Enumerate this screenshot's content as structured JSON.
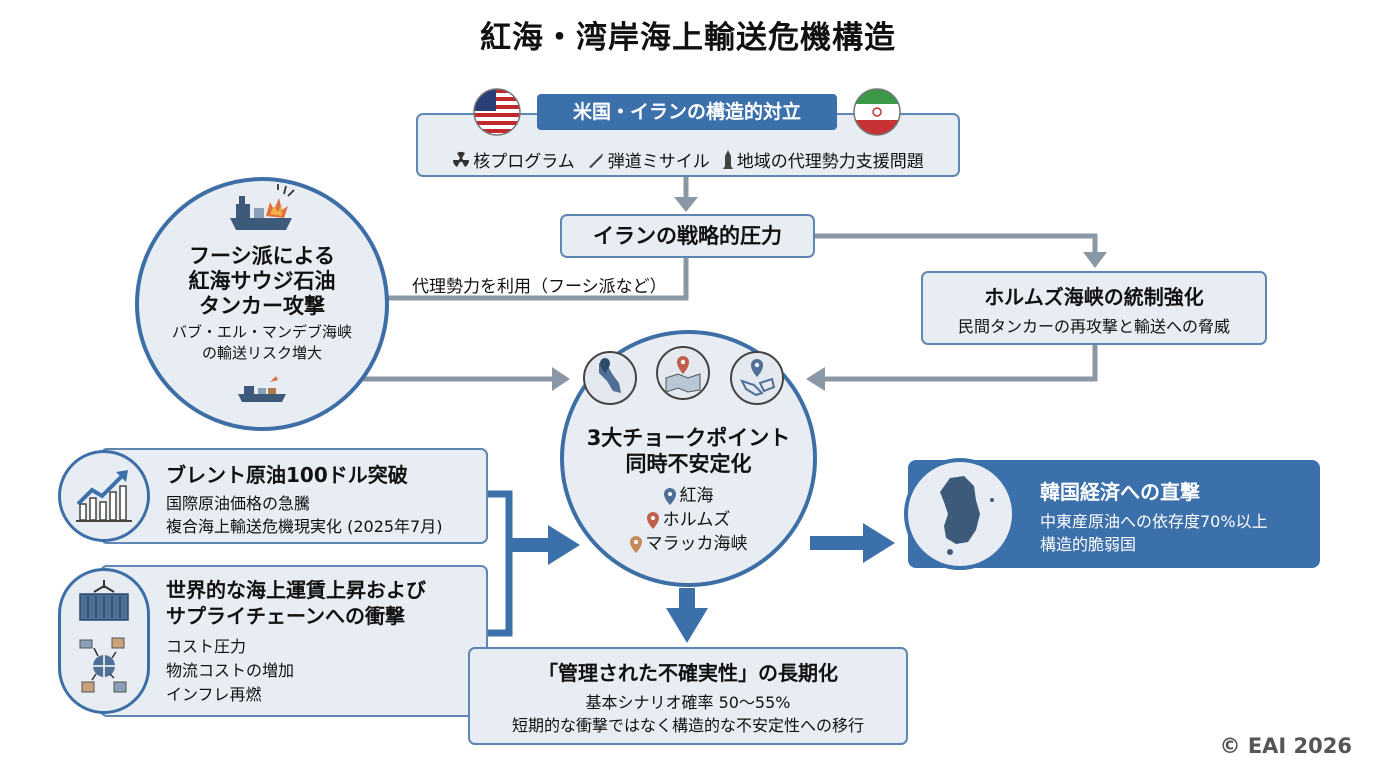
{
  "title": "紅海・湾岸海上輸送危機構造",
  "us_iran": {
    "label": "米国・イランの構造的対立",
    "issues": [
      "核プログラム",
      "弾道ミサイル",
      "地域の代理勢力支援問題"
    ]
  },
  "iran_pressure": "イランの戦略的圧力",
  "proxy_label": "代理勢力を利用（フーシ派など）",
  "houthi": {
    "title_lines": [
      "フーシ派による",
      "紅海サウジ石油",
      "タンカー攻撃"
    ],
    "sub_lines": [
      "バブ・エル・マンデブ海峡",
      "の輸送リスク増大"
    ]
  },
  "hormuz": {
    "title": "ホルムズ海峡の統制強化",
    "sub": "民間タンカーの再攻撃と輸送への脅威"
  },
  "chokepoint": {
    "title_lines": [
      "3大チョークポイント",
      "同時不安定化"
    ],
    "points": [
      "紅海",
      "ホルムズ",
      "マラッカ海峡"
    ]
  },
  "brent": {
    "title": "ブレント原油100ドル突破",
    "lines": [
      "国際原油価格の急騰",
      "複合海上輸送危機現実化 (2025年7月)"
    ]
  },
  "freight": {
    "title_lines": [
      "世界的な海上運賃上昇および",
      "サプライチェーンへの衝撃"
    ],
    "lines": [
      "コスト圧力",
      "物流コストの増加",
      "インフレ再燃"
    ]
  },
  "korea": {
    "title": "韓国経済への直撃",
    "lines": [
      "中東産原油への依存度70%以上",
      "構造的脆弱国"
    ]
  },
  "uncertainty": {
    "title": "「管理された不確実性」の長期化",
    "lines": [
      "基本シナリオ確率 50～55%",
      "短期的な衝撃ではなく構造的な不安定性への移行"
    ]
  },
  "copyright": "© EAI 2026",
  "colors": {
    "accent_blue": "#3c70ab",
    "box_fill": "#e8edf3",
    "arrow_gray": "#8a98a6",
    "pin_red": "#c0604c"
  }
}
